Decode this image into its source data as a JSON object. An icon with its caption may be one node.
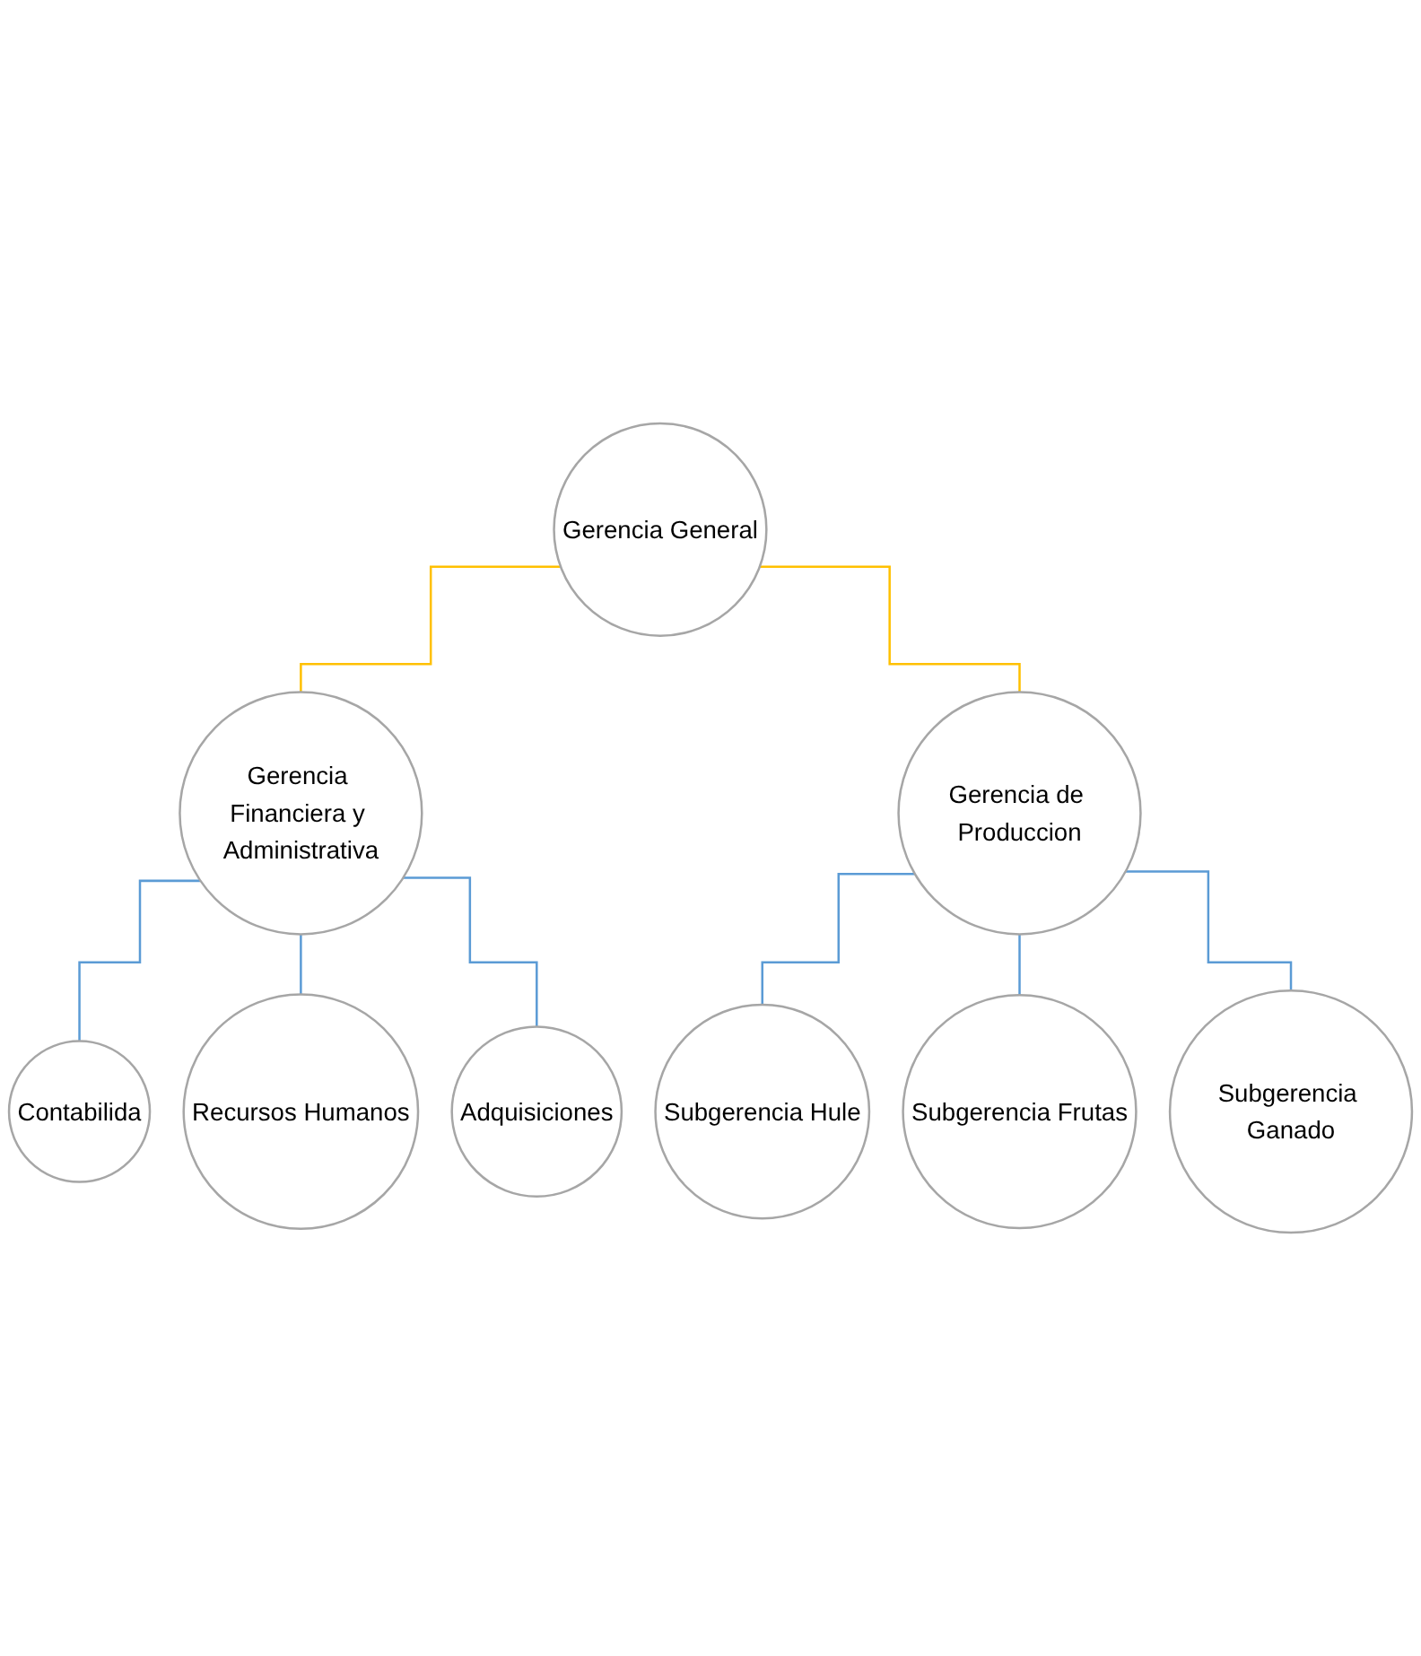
{
  "diagram": {
    "nodes": [
      {
        "text": [
          "Gerencia General"
        ]
      },
      {
        "text": [
          "Gerencia Financiera y Administrativa"
        ]
      },
      {
        "text": [
          "Gerencia de Produccion"
        ]
      },
      {
        "text": [
          "Contabilida"
        ]
      },
      {
        "text": [
          "Recursos Humanos"
        ]
      },
      {
        "text": [
          "Adquisiciones"
        ]
      },
      {
        "text": [
          "Subgerencia Hule"
        ]
      },
      {
        "text": [
          "Subgerencia Frutas"
        ]
      },
      {
        "text": [
          "Subgerencia Ganado"
        ]
      }
    ],
    "edges": [
      {
        "from": 0,
        "to": 1,
        "arrow": "none",
        "color": "#ffc000"
      },
      {
        "from": 0,
        "to": 2,
        "arrow": "none",
        "color": "#ffc000"
      },
      {
        "from": 1,
        "to": 3,
        "arrow": "none"
      },
      {
        "from": 1,
        "to": 4,
        "arrow": "none"
      },
      {
        "from": 1,
        "to": 5,
        "arrow": "none"
      },
      {
        "from": 2,
        "to": 6,
        "arrow": "none"
      },
      {
        "from": 2,
        "to": 7,
        "arrow": "none"
      },
      {
        "from": 2,
        "to": 8,
        "arrow": "none"
      }
    ]
  }
}
